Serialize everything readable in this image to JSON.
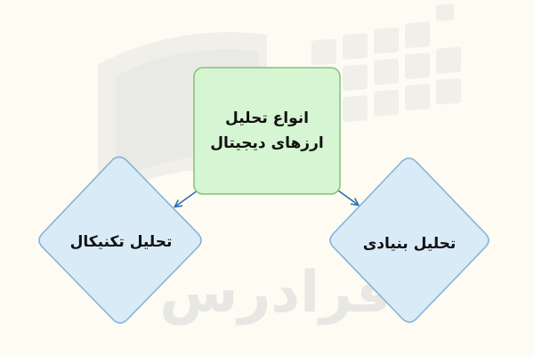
{
  "watermark": {
    "text": "فرادرس"
  },
  "nodes": {
    "root": {
      "line1": "انواع تحلیل",
      "line2": "ارزهای دیجیتال"
    },
    "left": {
      "label": "تحلیل تکنیکال"
    },
    "right": {
      "label": "تحلیل بنیادی"
    }
  },
  "colors": {
    "background": "#fefbf2",
    "root_fill": "#d6f5d2",
    "root_stroke": "#82c27a",
    "leaf_fill": "#d9ebf7",
    "leaf_stroke": "#7fb0d9",
    "arrow": "#2f6fb4"
  }
}
